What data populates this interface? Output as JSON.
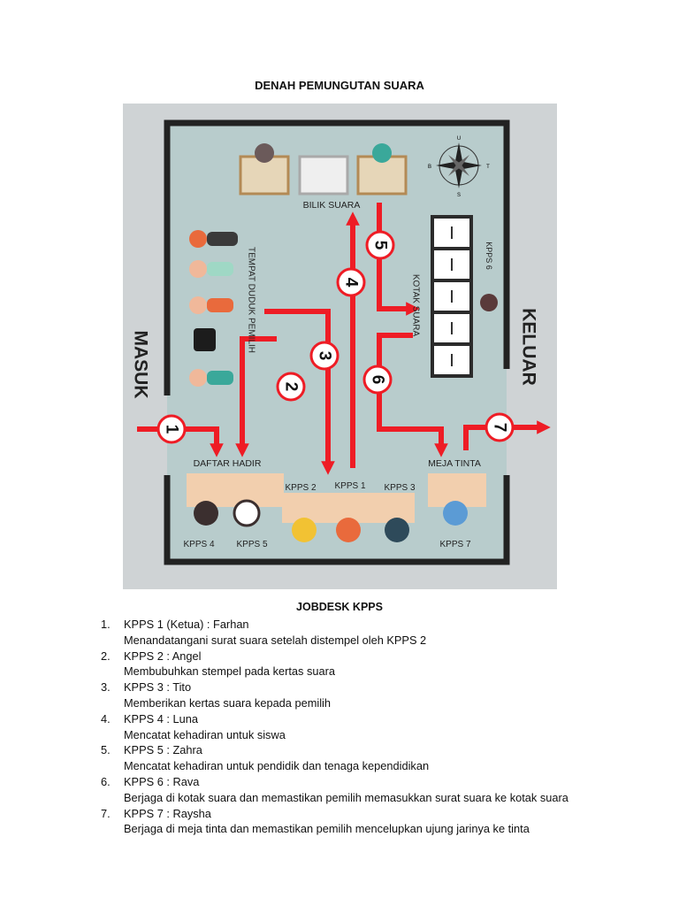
{
  "document": {
    "title": "DENAH PEMUNGUTAN SUARA",
    "subtitle": "JOBDESK KPPS"
  },
  "map": {
    "labels": {
      "masuk": "MASUK",
      "keluar": "KELUAR",
      "bilik_suara": "BILIK SUARA",
      "kotak_suara": "KOTAK SUARA",
      "tempat_duduk": "TEMPAT DUDUK PEMILIH",
      "daftar_hadir": "DAFTAR HADIR",
      "meja_tinta": "MEJA TINTA",
      "kpps1": "KPPS 1",
      "kpps2": "KPPS 2",
      "kpps3": "KPPS 3",
      "kpps4": "KPPS 4",
      "kpps5": "KPPS 5",
      "kpps6": "KPPS 6",
      "kpps7": "KPPS 7"
    },
    "steps": [
      "1",
      "2",
      "3",
      "4",
      "5",
      "6",
      "7"
    ],
    "compass": {
      "n": "U",
      "s": "S",
      "e": "T",
      "w": "B"
    },
    "colors": {
      "route": "#ee1c25",
      "wall": "#222222",
      "floor": "#cfd3d5",
      "room": "#b8cccc",
      "desk": "#f2cfae"
    }
  },
  "jobdesk": [
    {
      "num": "1.",
      "title": "KPPS 1 (Ketua) : Farhan",
      "desc": "Menandatangani surat suara setelah distempel oleh KPPS 2"
    },
    {
      "num": "2.",
      "title": "KPPS 2 : Angel",
      "desc": "Membubuhkan stempel pada kertas suara"
    },
    {
      "num": "3.",
      "title": "KPPS 3 : Tito",
      "desc": "Memberikan kertas suara kepada pemilih"
    },
    {
      "num": "4.",
      "title": "KPPS 4 : Luna",
      "desc": "Mencatat kehadiran untuk siswa"
    },
    {
      "num": "5.",
      "title": "KPPS 5 : Zahra",
      "desc": "Mencatat kehadiran untuk pendidik dan tenaga kependidikan"
    },
    {
      "num": "6.",
      "title": "KPPS 6 : Rava",
      "desc": "Berjaga di kotak suara dan memastikan pemilih memasukkan surat suara ke kotak suara"
    },
    {
      "num": "7.",
      "title": "KPPS 7 : Raysha",
      "desc": "Berjaga di meja tinta dan memastikan pemilih mencelupkan ujung jarinya ke tinta"
    }
  ]
}
